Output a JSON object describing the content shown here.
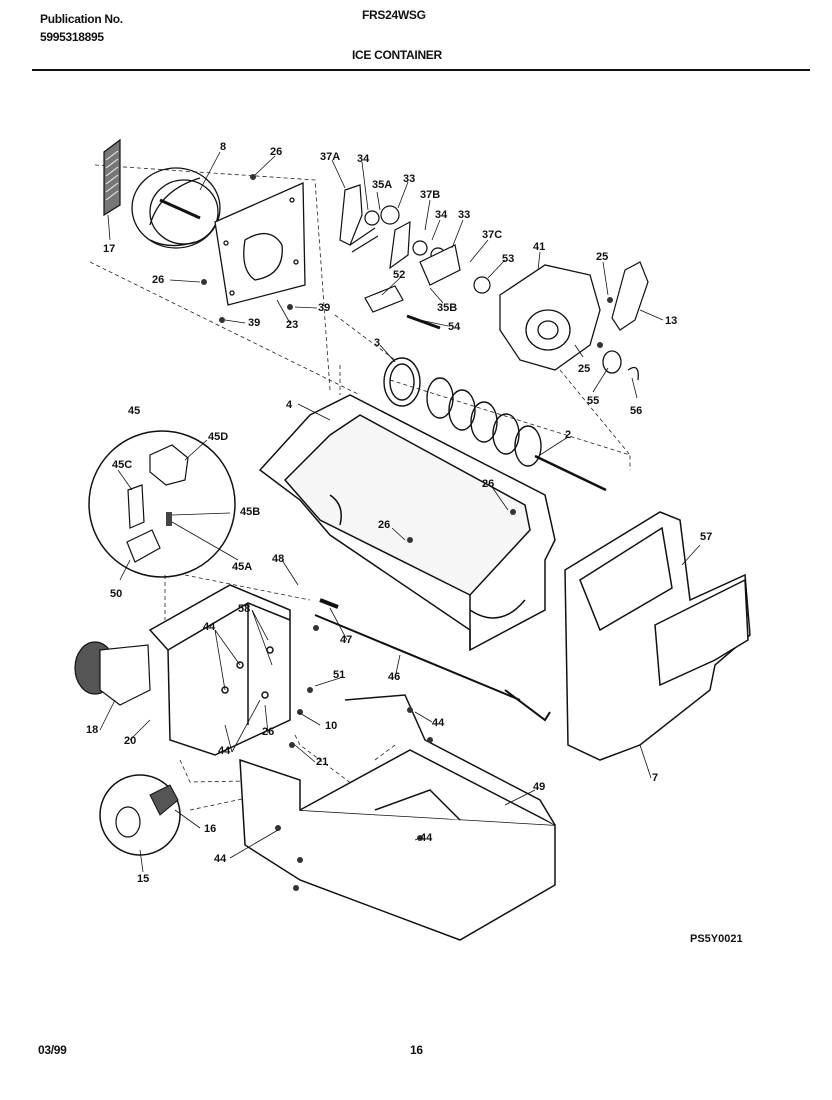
{
  "header": {
    "publication_label": "Publication No.",
    "publication_number": "5995318895",
    "model": "FRS24WSG",
    "section_title": "ICE CONTAINER"
  },
  "diagram": {
    "figure_code": "PS5Y0021",
    "callouts": [
      "8",
      "26",
      "37A",
      "34",
      "35A",
      "33",
      "37B",
      "34",
      "33",
      "37C",
      "41",
      "25",
      "17",
      "26",
      "39",
      "23",
      "39",
      "52",
      "35B",
      "53",
      "54",
      "13",
      "3",
      "25",
      "55",
      "56",
      "45",
      "4",
      "2",
      "45D",
      "45C",
      "45B",
      "26",
      "26",
      "45A",
      "57",
      "48",
      "50",
      "58",
      "44",
      "47",
      "46",
      "51",
      "18",
      "20",
      "26",
      "10",
      "44",
      "44",
      "21",
      "49",
      "7",
      "16",
      "44",
      "44",
      "15"
    ]
  },
  "footer": {
    "date": "03/99",
    "page_number": "16"
  }
}
